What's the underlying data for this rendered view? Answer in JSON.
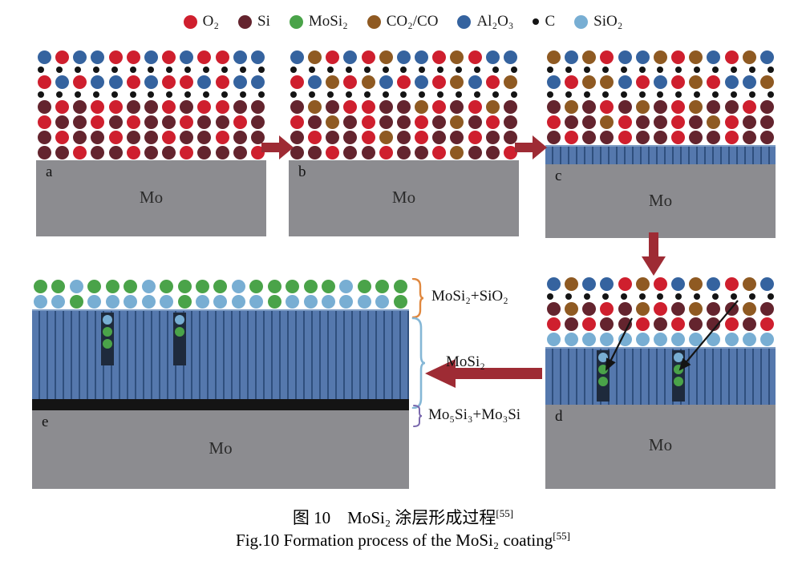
{
  "palette": {
    "o": "#cf1f2e",
    "s": "#64242e",
    "g": "#4aa349",
    "b": "#8f5a22",
    "a": "#35639f",
    "c": "#141414",
    "q": "#78aed3"
  },
  "ui_colors": {
    "arrow": "#9e2b34",
    "substrate": "#8c8c90",
    "columnar": "#5578ad",
    "columnar_stripe": "#2f4f7d",
    "black_layer": "#141414",
    "brace_orange": "#e0883f",
    "brace_blue": "#85b7d6",
    "brace_purple": "#7a68ad"
  },
  "legend": {
    "items": [
      {
        "code": "o",
        "label": "O₂"
      },
      {
        "code": "s",
        "label": "Si"
      },
      {
        "code": "g",
        "label": "MoSi₂"
      },
      {
        "code": "b",
        "label": "CO₂/CO"
      },
      {
        "code": "a",
        "label": "Al₂O₃"
      },
      {
        "code": "c",
        "label": "C"
      },
      {
        "code": "q",
        "label": "SiO₂"
      }
    ]
  },
  "panels": [
    {
      "id": "a",
      "label": "a",
      "substrate": "Mo",
      "rows": [
        "aoaaooaoaooaa",
        "ccccccccccccc",
        "oaoaaoaooaoaa",
        "ccccccccccccc",
        "sosoossosooss",
        "ossosossossos",
        "sossossossoss",
        "ssossossossso"
      ]
    },
    {
      "id": "b",
      "label": "b",
      "substrate": "Mo",
      "rows": [
        "aboaobaaoboaa",
        "ccccccccccccc",
        "oabobaoaobaob",
        "ccccccccccccc",
        "sbsoossbosobs",
        "osbsossosbsos",
        "sossobsossoss",
        "ssossossobsso"
      ]
    },
    {
      "id": "c",
      "label": "c",
      "substrate": "Mo",
      "rows": [
        "baboaabobaoba",
        "ccccccccccccc",
        "aobbaoaoboaab",
        "ccccccccccccc",
        "sbsosbsobssos",
        "ossbossosboss",
        "sossossossoss"
      ]
    },
    {
      "id": "d",
      "label": "d",
      "substrate": "Mo",
      "rows": [
        "abaaoboabaoba",
        "ccccccccccccc",
        "sbsosbosbssbs",
        "osossosossoso",
        "qqqqqqqqqqqqq"
      ]
    },
    {
      "id": "e",
      "label": "e",
      "substrate": "Mo",
      "rows": [
        "ggqgggqggggqgggggqggg",
        "qqgqqqqqgqqqqgqqqqqqg"
      ]
    }
  ],
  "annotations": {
    "top": "MoSi₂+SiO₂",
    "middle": "MoSi₂",
    "bottom": "Mo₅Si₃+Mo₃Si"
  },
  "caption": {
    "cn": "图 10　MoSi₂ 涂层形成过程",
    "en": "Fig.10  Formation process of the MoSi₂  coating",
    "ref": "[55]"
  }
}
